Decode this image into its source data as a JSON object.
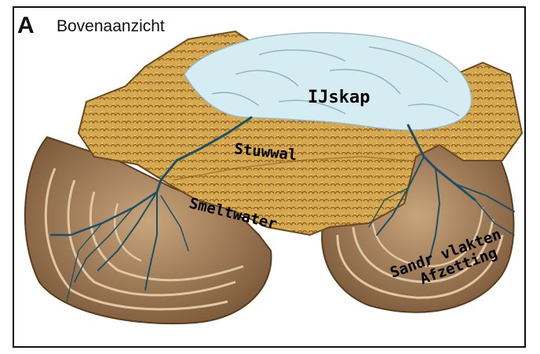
{
  "panel": {
    "letter": "A",
    "title": "Bovenaanzicht"
  },
  "labels": {
    "ice_cap": "IJskap",
    "push_moraine": "Stuwwal",
    "meltwater": "Smeltwater",
    "outwash_line1": "Sandr vlakten",
    "outwash_line2": "Afzetting"
  },
  "colors": {
    "ice": "#d6ecf3",
    "moraine": "#d2a34a",
    "sandr": "#b08a64",
    "river": "#1d4f66",
    "outline": "#5a3d1c"
  },
  "icons": [
    "ice-cap-icon",
    "push-moraine-icon",
    "outwash-fan-icon",
    "meltwater-river-icon"
  ]
}
